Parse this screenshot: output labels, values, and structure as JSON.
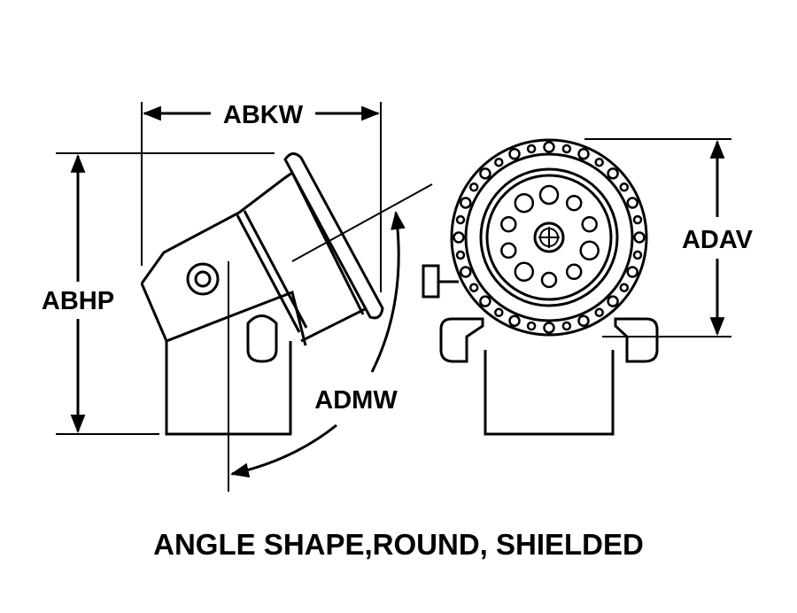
{
  "labels": {
    "abkw": "ABKW",
    "abhp": "ABHP",
    "admw": "ADMW",
    "adav": "ADAV"
  },
  "caption": "ANGLE SHAPE,ROUND, SHIELDED",
  "colors": {
    "ink": "#000000",
    "paper": "#ffffff"
  }
}
